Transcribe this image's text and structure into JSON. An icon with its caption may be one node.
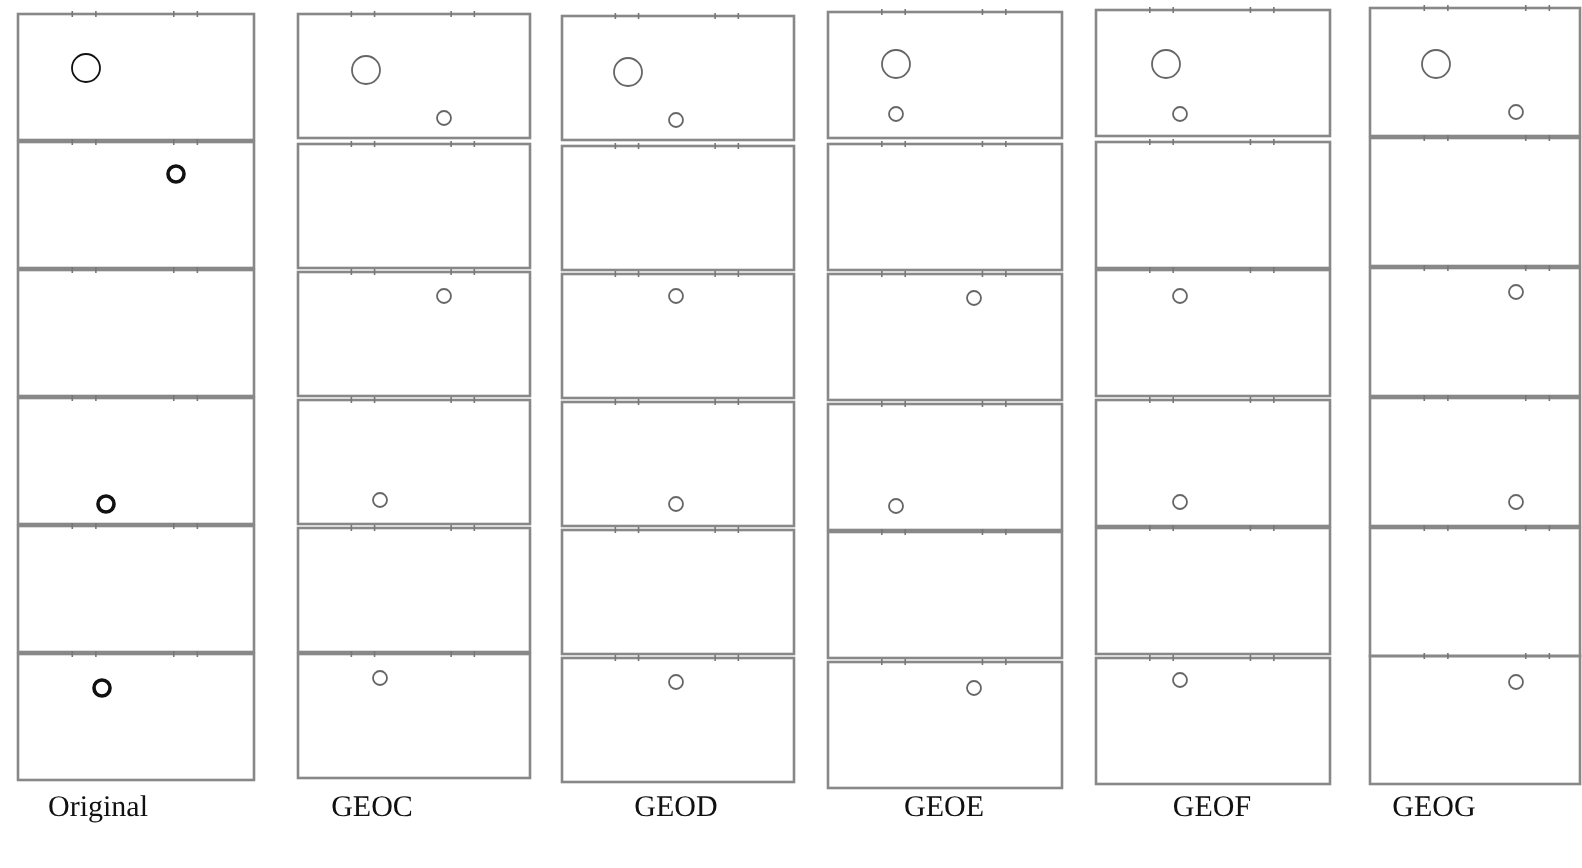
{
  "diagram": {
    "labels": [
      "Original",
      "GEOC",
      "GEOD",
      "GEOE",
      "GEOF",
      "GEOG"
    ]
  }
}
